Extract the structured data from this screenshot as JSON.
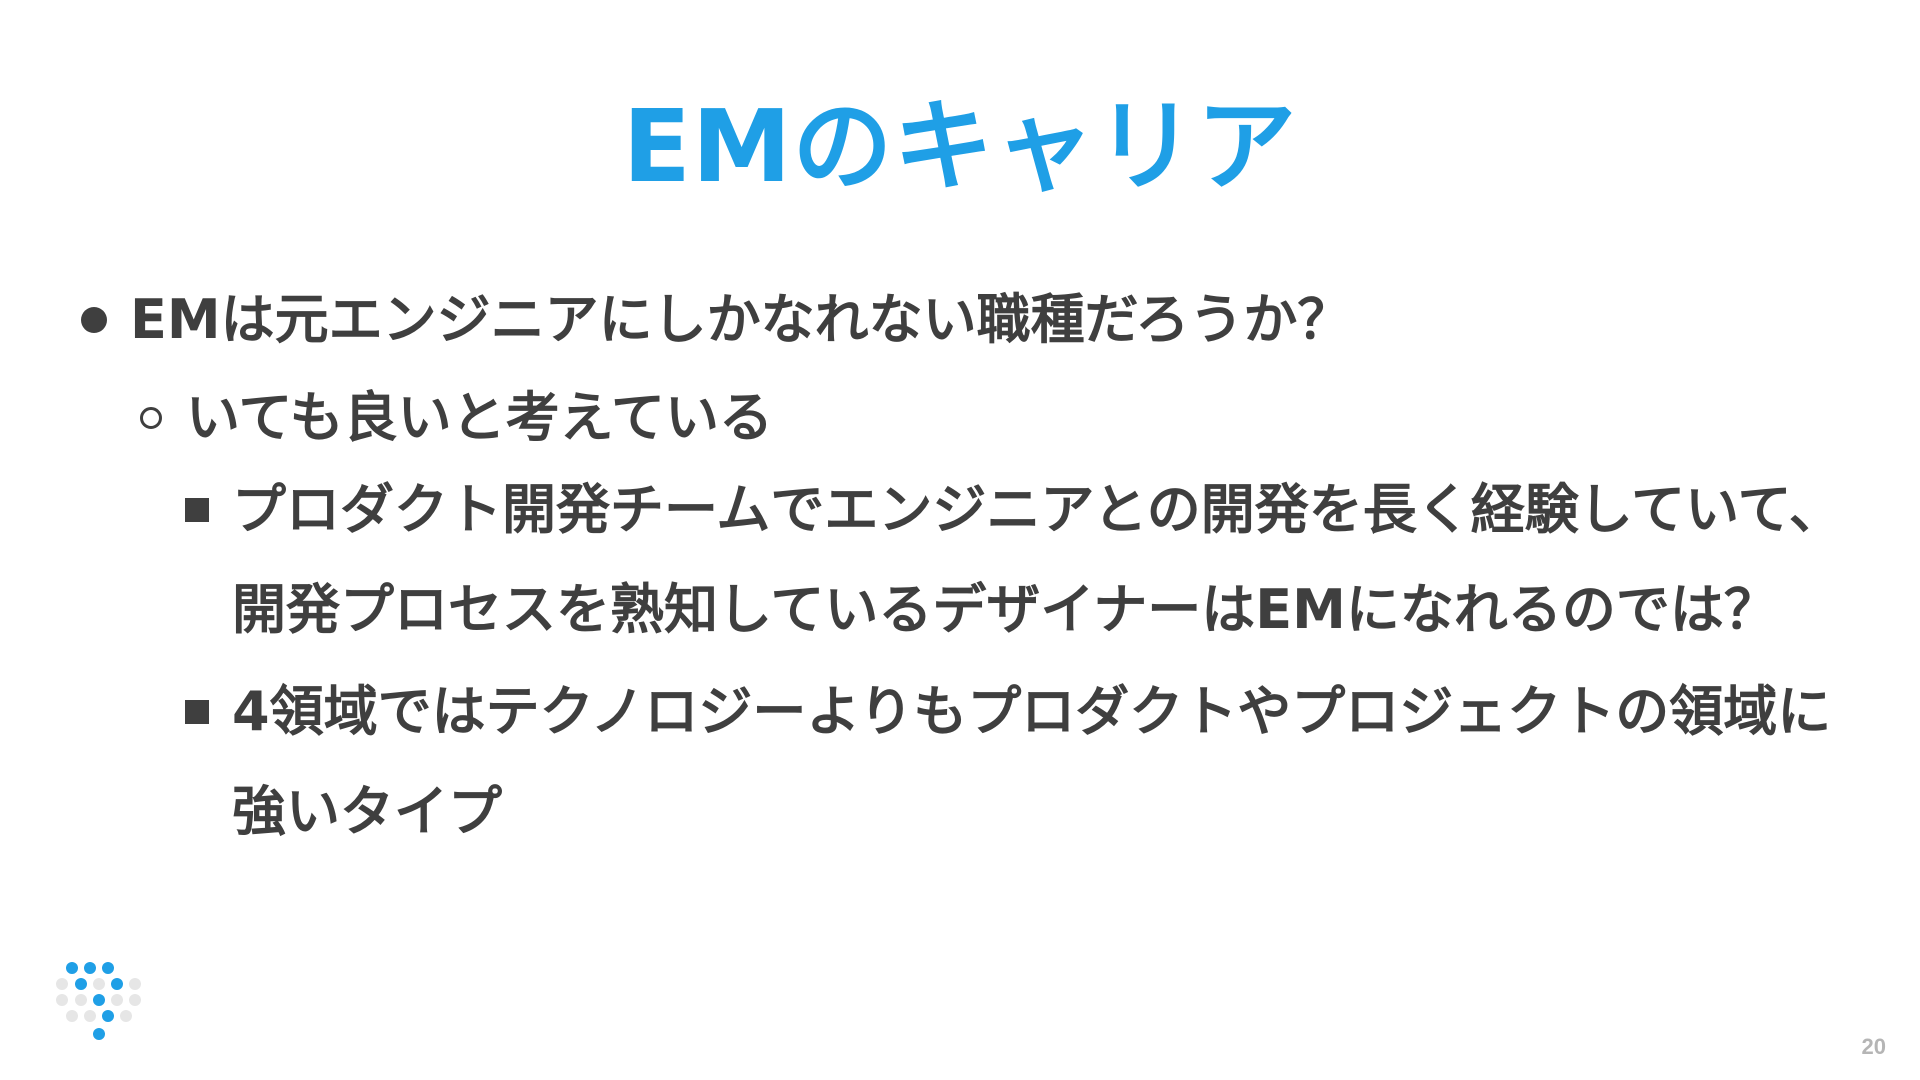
{
  "slide": {
    "title": "EMのキャリア",
    "accent_color": "#1f9fe6",
    "text_color": "#3f3f3f",
    "page_number": "20"
  },
  "bullets": {
    "level1": "EMは元エンジニアにしかなれない職種だろうか？",
    "level2": "いても良いと考えている",
    "level3": [
      "プロダクト開発チームでエンジニアとの開発を長く経験していて、開発プロセスを熟知しているデザイナーはEMになれるのでは？",
      "4領域ではテクノロジーよりもプロダクトやプロジェクトの領域に強いタイプ"
    ]
  },
  "logo": {
    "icon": "dot-grid-logo-icon",
    "colors": [
      "#1f9fe6",
      "#e6e6e6"
    ]
  }
}
